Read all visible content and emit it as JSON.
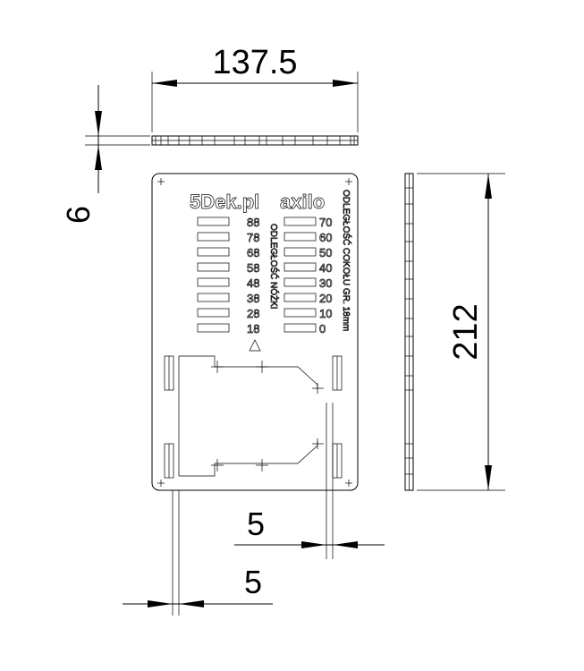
{
  "dimensions": {
    "top_width": "137.5",
    "left_thickness": "6",
    "right_height": "212",
    "bottom_upper": "5",
    "bottom_lower": "5"
  },
  "plate": {
    "brand": "5Dek.pl",
    "product": "axilo",
    "left_numbers": [
      "88",
      "78",
      "68",
      "58",
      "48",
      "38",
      "28",
      "18"
    ],
    "right_numbers": [
      "70",
      "60",
      "50",
      "40",
      "30",
      "20",
      "10",
      "0"
    ],
    "label_center": "ODLEGŁOŚĆ NÓŻKI",
    "label_side": "ODLEGŁOŚĆ COKOŁU GR. 18mm"
  },
  "colors": {
    "line": "#000000",
    "background": "#ffffff"
  }
}
